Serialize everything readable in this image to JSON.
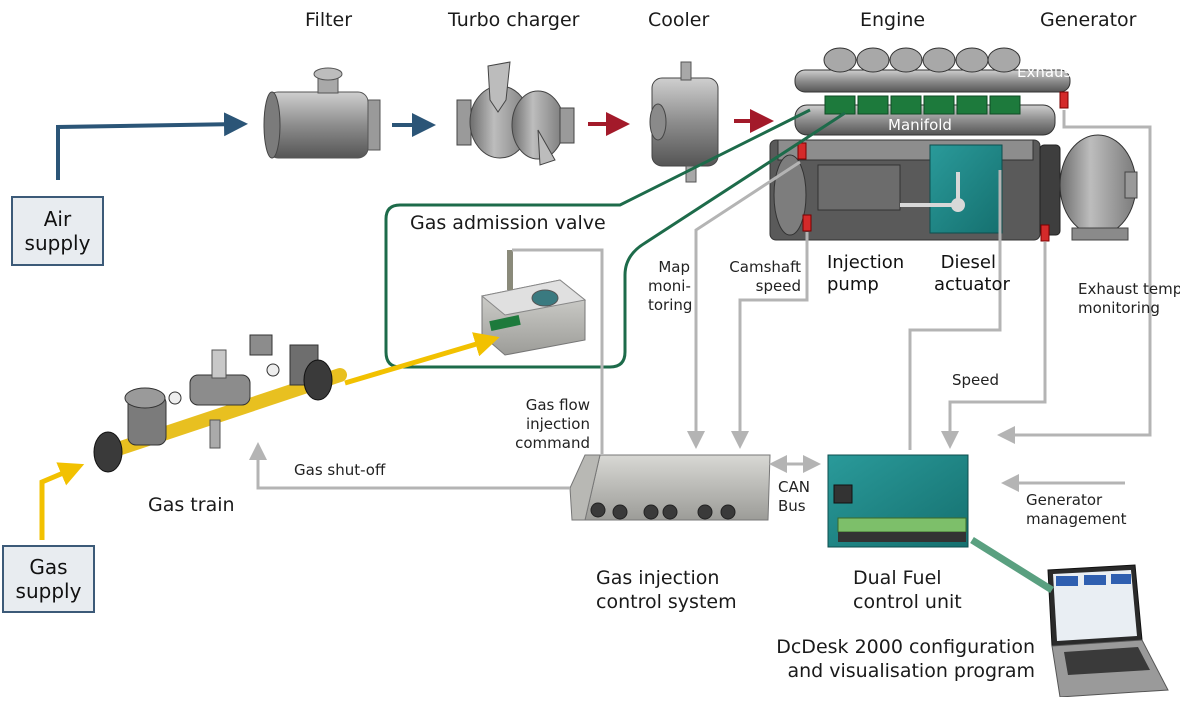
{
  "diagram": {
    "components": {
      "filter": "Filter",
      "turbo_charger": "Turbo charger",
      "cooler": "Cooler",
      "engine": "Engine",
      "generator": "Generator",
      "exhaust": "Exhaust",
      "manifold": "Manifold",
      "gas_admission_valve": "Gas admission valve",
      "injection_pump": [
        "Injection",
        "pump"
      ],
      "diesel_actuator": [
        "Diesel",
        "actuator"
      ],
      "gas_train": "Gas train",
      "gas_injection_control": [
        "Gas injection",
        "control system"
      ],
      "dual_fuel_unit": [
        "Dual Fuel",
        "control unit"
      ],
      "dcdesk": [
        "DcDesk 2000 configuration",
        "and visualisation program"
      ]
    },
    "supplies": {
      "air": [
        "Air",
        "supply"
      ],
      "gas": [
        "Gas",
        "supply"
      ]
    },
    "signals": {
      "map_monitoring": [
        "Map",
        "moni-",
        "toring"
      ],
      "camshaft_speed": [
        "Camshaft",
        "speed"
      ],
      "exhaust_temp": [
        "Exhaust temp.",
        "monitoring"
      ],
      "speed": "Speed",
      "gas_flow_command": [
        "Gas flow",
        "injection",
        "command"
      ],
      "gas_shutoff": "Gas shut-off",
      "can_bus": [
        "CAN",
        "Bus"
      ],
      "generator_mgmt": [
        "Generator",
        "management"
      ]
    },
    "colors": {
      "air_flow": "#2b5577",
      "charge_air": "#a31a2a",
      "gas_flow": "#f2c100",
      "signal": "#b4b4b4",
      "gas_admission": "#1d6b4a",
      "control_unit": "#1f8a8a"
    }
  }
}
